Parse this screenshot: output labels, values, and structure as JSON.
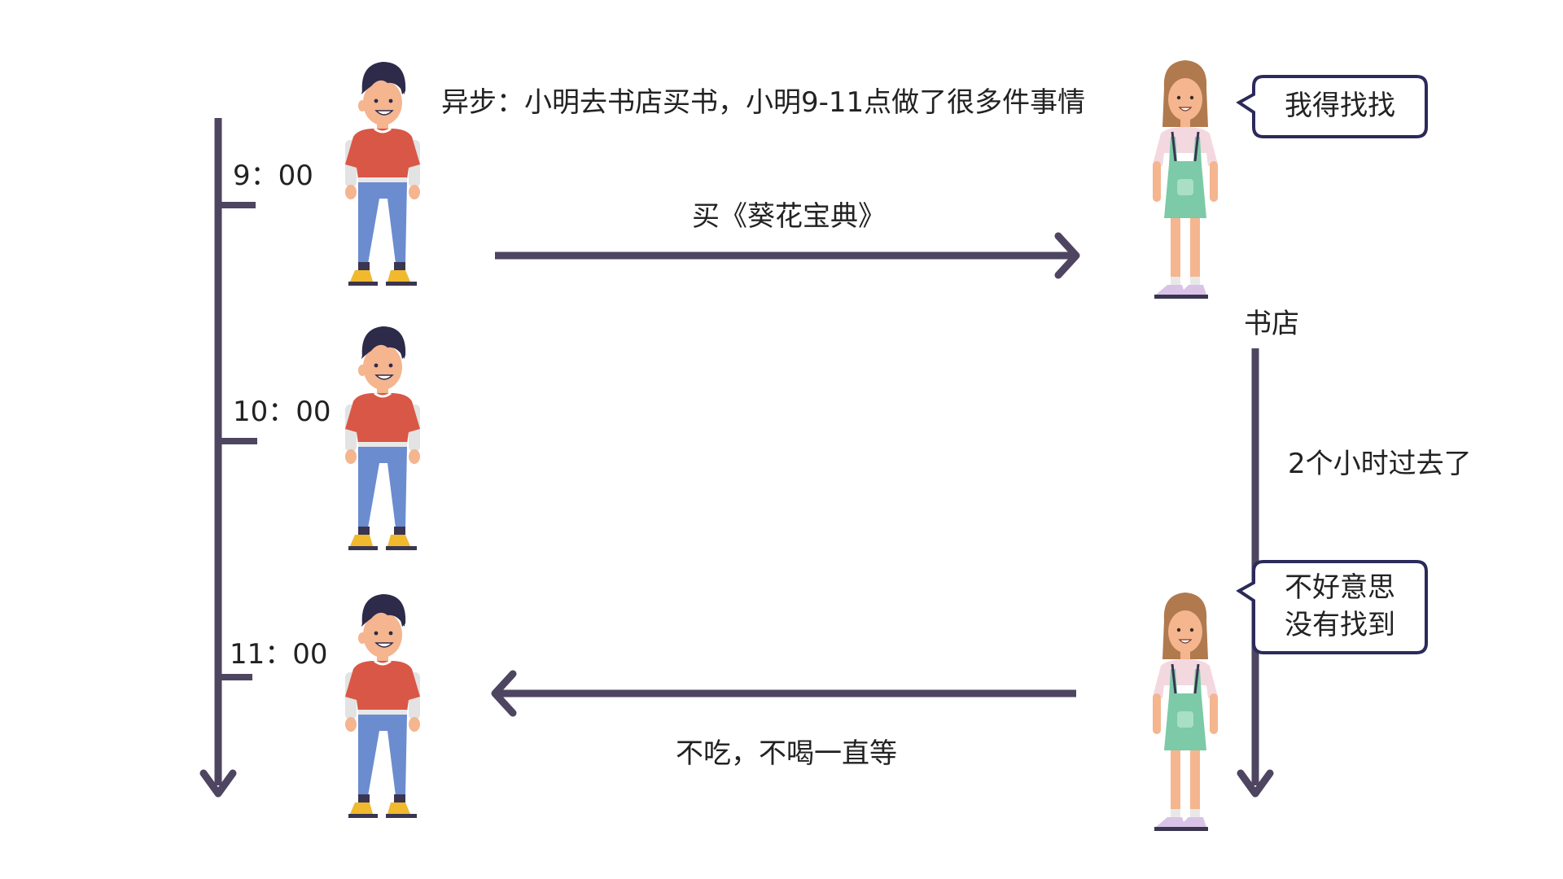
{
  "title": "异步：小明去书店买书，小明9-11点做了很多件事情",
  "timeline": {
    "ticks": [
      "9：00",
      "10：00",
      "11：00"
    ]
  },
  "request_label": "买《葵花宝典》",
  "waiting_label": "不吃，不喝一直等",
  "store_label": "书店",
  "elapsed_label": "2个小时过去了",
  "bubbles": {
    "first": "我得找找",
    "second_line1": "不好意思",
    "second_line2": "没有找到"
  },
  "colors": {
    "arrow": "#4e4560",
    "bubble_border": "#2c2a5a",
    "boy_shirt": "#d95746",
    "boy_pants": "#6b8ccf",
    "boy_hair": "#2d2a4a",
    "girl_dress": "#7ccaa8",
    "girl_hair": "#b07a4e",
    "skin": "#f4b58f"
  }
}
